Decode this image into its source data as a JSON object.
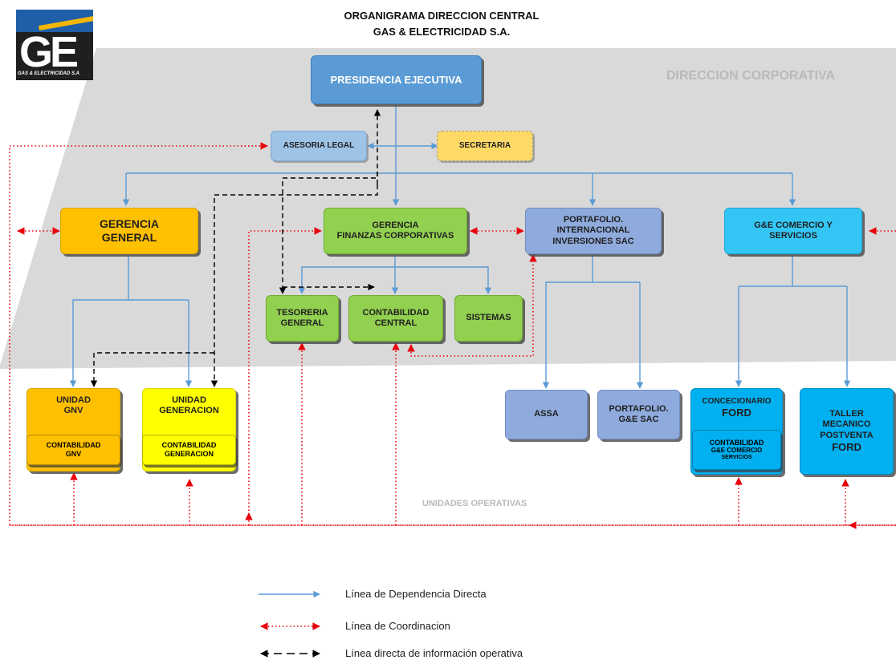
{
  "header": {
    "title_line1": "ORGANIGRAMA DIRECCION CENTRAL",
    "title_line2": "GAS & ELECTRICIDAD S.A."
  },
  "logo": {
    "letters": "GE",
    "tagline": "GAS & ELECTRICIDAD S.A"
  },
  "bands": {
    "corporate": "DIRECCION CORPORATIVA",
    "operational": "UNIDADES OPERATIVAS"
  },
  "nodes": {
    "presidencia": "PRESIDENCIA EJECUTIVA",
    "asesoria": "ASESORIA LEGAL",
    "secretaria": "SECRETARIA",
    "gerencia_general": [
      "GERENCIA",
      "GENERAL"
    ],
    "gerencia_finanzas": [
      "GERENCIA",
      "FINANZAS CORPORATIVAS"
    ],
    "portafolio_int": [
      "PORTAFOLIO.",
      "INTERNACIONAL",
      "INVERSIONES SAC"
    ],
    "ge_comercio": [
      "G&E COMERCIO Y",
      "SERVICIOS"
    ],
    "tesoreria": [
      "TESORERIA",
      "GENERAL"
    ],
    "contabilidad_central": [
      "CONTABILIDAD",
      "CENTRAL"
    ],
    "sistemas": "SISTEMAS",
    "unidad_gnv": [
      "UNIDAD",
      "GNV"
    ],
    "contabilidad_gnv": [
      "CONTABILIDAD",
      "GNV"
    ],
    "unidad_generacion": [
      "UNIDAD",
      "GENERACION"
    ],
    "contabilidad_generacion": [
      "CONTABILIDAD",
      "GENERACION"
    ],
    "assa": "ASSA",
    "portafolio_ge": [
      "PORTAFOLIO.",
      "G&E SAC"
    ],
    "concesionario": [
      "CONCECIONARIO",
      "FORD"
    ],
    "contabilidad_ge_comercio": [
      "CONTABILIDAD",
      "G&E COMERCIO",
      "SERVICIOS"
    ],
    "taller": [
      "TALLER",
      "MECANICO",
      "POSTVENTA",
      "FORD"
    ]
  },
  "legend": [
    {
      "label": "Línea de Dependencia Directa",
      "style": "direct",
      "color": "#5b9bd5"
    },
    {
      "label": "Línea de Coordinacion",
      "style": "coordination",
      "color": "#e8000b"
    },
    {
      "label": "Línea directa de información operativa",
      "style": "operational",
      "color": "#000000"
    }
  ],
  "colors": {
    "band": "#d9d9d9",
    "blue_line": "#5b9bd5",
    "red_line": "#e8000b",
    "black_line": "#000000",
    "presidencia": "#5b9bd5",
    "asesoria": "#9dc3e6",
    "secretaria": "#ffd966",
    "orange": "#ffc000",
    "green": "#92d050",
    "lavender": "#8faadc",
    "cyan": "#33c6f4",
    "yellow": "#ffff00",
    "sky": "#00b0f0"
  }
}
